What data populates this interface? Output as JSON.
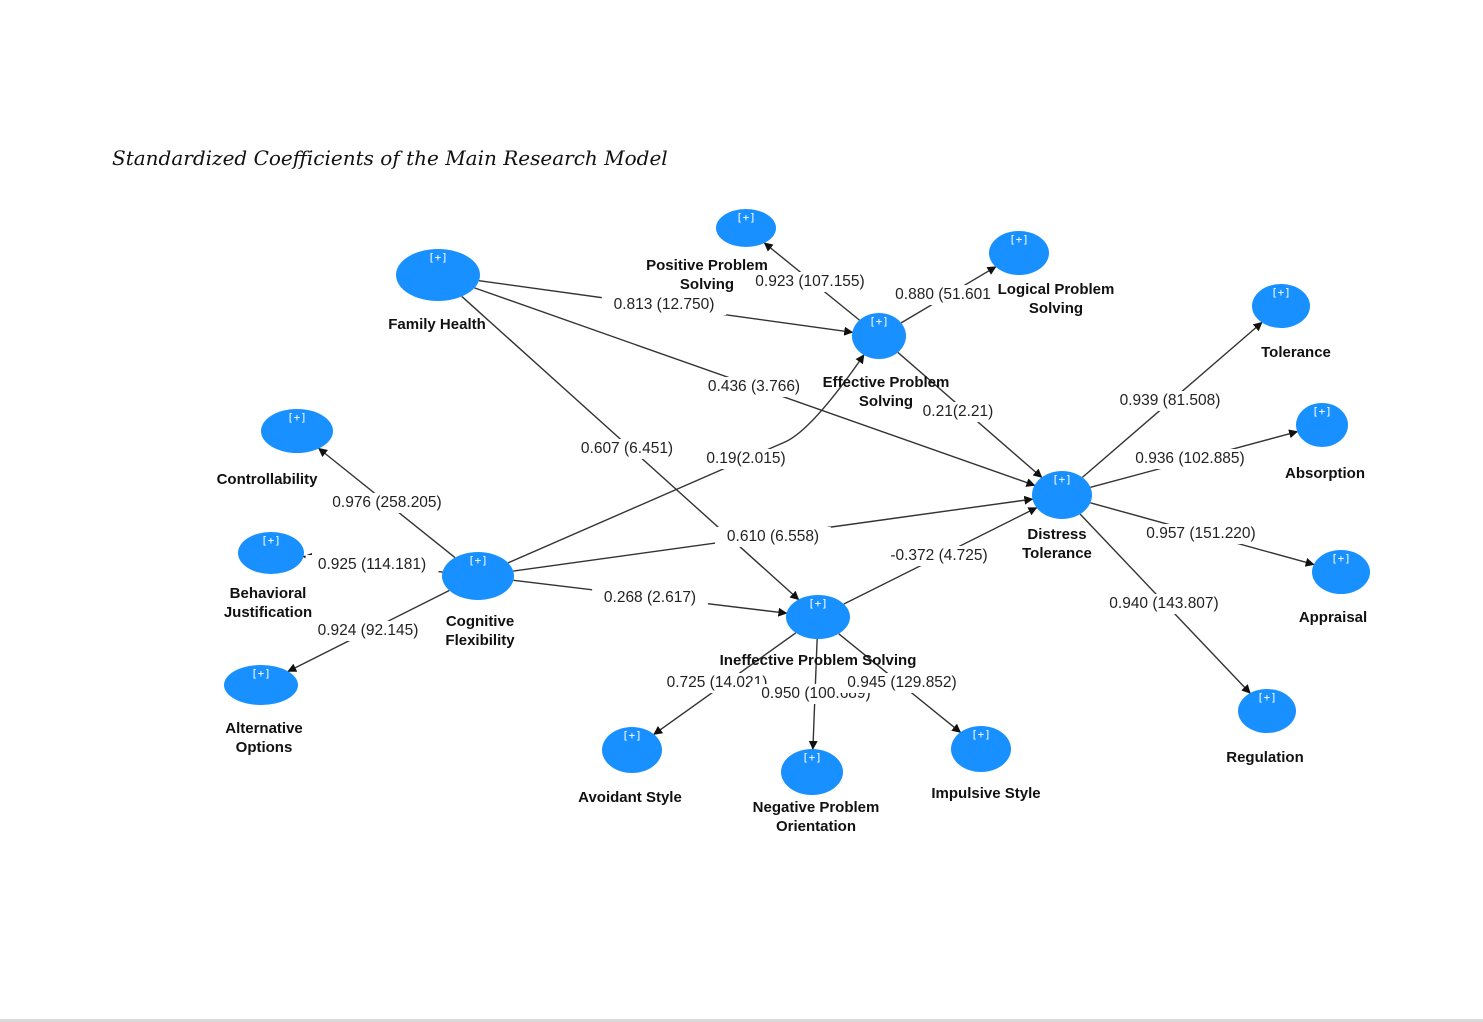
{
  "title": "Standardized Coefficients of the Main Research Model",
  "node_color": "#1890ff",
  "edge_color": "#333333",
  "expand_symbol": "[+]",
  "nodes": [
    {
      "id": "family_health",
      "label": [
        "Family Health"
      ]
    },
    {
      "id": "positive_ps",
      "label": [
        "Positive Problem",
        "Solving"
      ]
    },
    {
      "id": "logical_ps",
      "label": [
        "Logical Problem",
        "Solving"
      ]
    },
    {
      "id": "effective_ps",
      "label": [
        "Effective Problem",
        "Solving"
      ]
    },
    {
      "id": "tolerance",
      "label": [
        "Tolerance"
      ]
    },
    {
      "id": "absorption",
      "label": [
        "Absorption"
      ]
    },
    {
      "id": "distress_tolerance",
      "label": [
        "Distress",
        "Tolerance"
      ]
    },
    {
      "id": "appraisal",
      "label": [
        "Appraisal"
      ]
    },
    {
      "id": "regulation",
      "label": [
        "Regulation"
      ]
    },
    {
      "id": "controllability",
      "label": [
        "Controllability"
      ]
    },
    {
      "id": "behavioral_justification",
      "label": [
        "Behavioral",
        "Justification"
      ]
    },
    {
      "id": "cognitive_flexibility",
      "label": [
        "Cognitive",
        "Flexibility"
      ]
    },
    {
      "id": "alternative_options",
      "label": [
        "Alternative",
        "Options"
      ]
    },
    {
      "id": "ineffective_ps",
      "label": [
        "Ineffective Problem Solving"
      ]
    },
    {
      "id": "avoidant_style",
      "label": [
        "Avoidant Style"
      ]
    },
    {
      "id": "negative_po",
      "label": [
        "Negative Problem",
        "Orientation"
      ]
    },
    {
      "id": "impulsive_style",
      "label": [
        "Impulsive Style"
      ]
    }
  ],
  "edges": [
    {
      "from": "family_health",
      "to": "effective_ps",
      "label": "0.813 (12.750)"
    },
    {
      "from": "family_health",
      "to": "distress_tolerance",
      "label": "0.436 (3.766)"
    },
    {
      "from": "family_health",
      "to": "ineffective_ps",
      "label": "0.607 (6.451)"
    },
    {
      "from": "effective_ps",
      "to": "positive_ps",
      "label": "0.923 (107.155)"
    },
    {
      "from": "effective_ps",
      "to": "logical_ps",
      "label": "0.880 (51.601"
    },
    {
      "from": "effective_ps",
      "to": "distress_tolerance",
      "label": "0.21(2.21)"
    },
    {
      "from": "cognitive_flexibility",
      "to": "effective_ps",
      "label": "0.19(2.015)"
    },
    {
      "from": "cognitive_flexibility",
      "to": "distress_tolerance",
      "label": "0.610 (6.558)"
    },
    {
      "from": "cognitive_flexibility",
      "to": "ineffective_ps",
      "label": "0.268 (2.617)"
    },
    {
      "from": "cognitive_flexibility",
      "to": "controllability",
      "label": "0.976 (258.205)"
    },
    {
      "from": "cognitive_flexibility",
      "to": "behavioral_justification",
      "label": "0.925 (114.181)"
    },
    {
      "from": "cognitive_flexibility",
      "to": "alternative_options",
      "label": "0.924 (92.145)"
    },
    {
      "from": "ineffective_ps",
      "to": "distress_tolerance",
      "label": "-0.372 (4.725)"
    },
    {
      "from": "ineffective_ps",
      "to": "avoidant_style",
      "label": "0.725 (14.021)"
    },
    {
      "from": "ineffective_ps",
      "to": "negative_po",
      "label": "0.950 (100.689)"
    },
    {
      "from": "ineffective_ps",
      "to": "impulsive_style",
      "label": "0.945 (129.852)"
    },
    {
      "from": "distress_tolerance",
      "to": "tolerance",
      "label": "0.939 (81.508)"
    },
    {
      "from": "distress_tolerance",
      "to": "absorption",
      "label": "0.936 (102.885)"
    },
    {
      "from": "distress_tolerance",
      "to": "appraisal",
      "label": "0.957 (151.220)"
    },
    {
      "from": "distress_tolerance",
      "to": "regulation",
      "label": "0.940 (143.807)"
    }
  ]
}
